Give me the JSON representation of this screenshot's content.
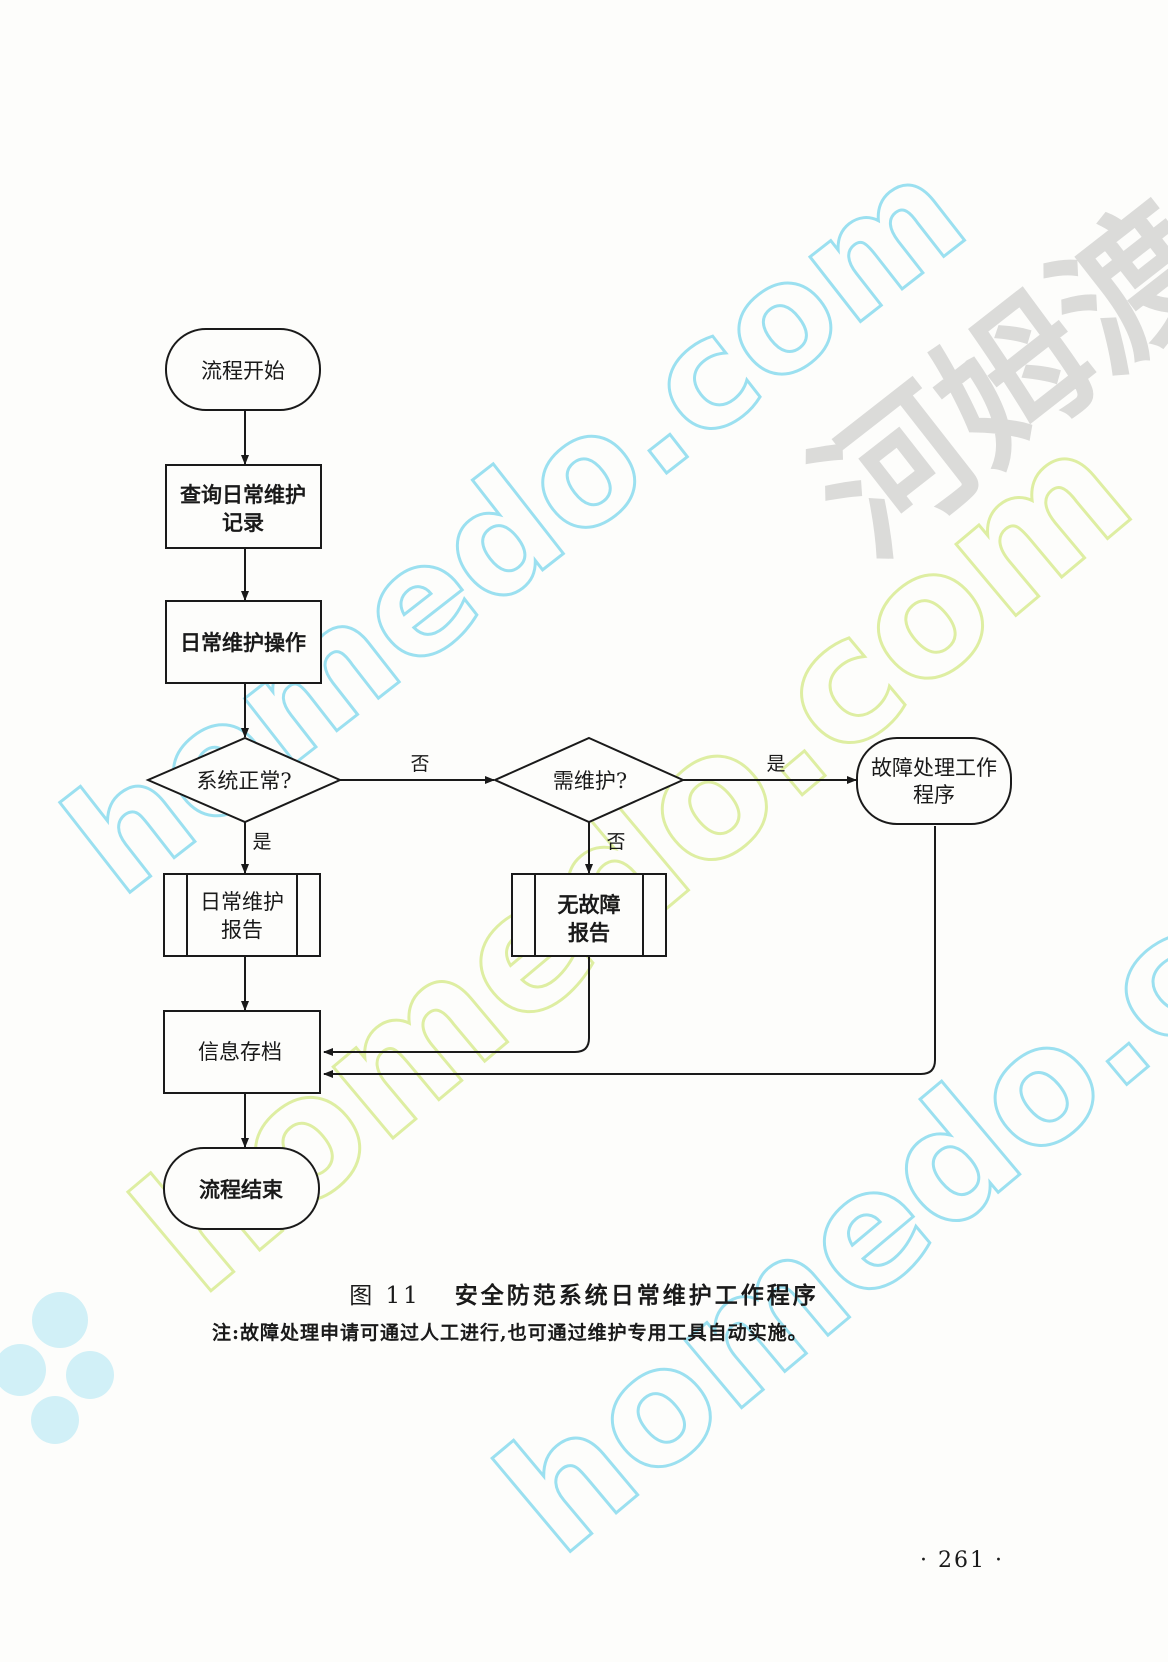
{
  "nodes": {
    "start": "流程开始",
    "query_record": [
      "查询日常维护",
      "记录"
    ],
    "daily_operation": "日常维护操作",
    "system_normal": "系统正常?",
    "need_maintenance": "需维护?",
    "fault_procedure": [
      "故障处理工作",
      "程序"
    ],
    "daily_report": [
      "日常维护",
      "报告"
    ],
    "no_fault_report": [
      "无故障",
      "报告"
    ],
    "archive": "信息存档",
    "end": "流程结束"
  },
  "edge_labels": {
    "normal_no": "否",
    "normal_yes": "是",
    "need_yes": "是",
    "need_no": "否"
  },
  "caption": {
    "figure_number": "图 11",
    "title": "安全防范系统日常维护工作程序"
  },
  "note": "注:故障处理申请可通过人工进行,也可通过维护专用工具自动实施。",
  "page_number": "· 261 ·",
  "watermarks": {
    "brand_cn": "河姆渡",
    "brand_en": "homedo.com"
  },
  "colors": {
    "ink": "#1a1a1a",
    "watermark_cyan": "#4cc9e8",
    "watermark_green": "#c6e25a",
    "watermark_gray": "#8c8c8c"
  }
}
